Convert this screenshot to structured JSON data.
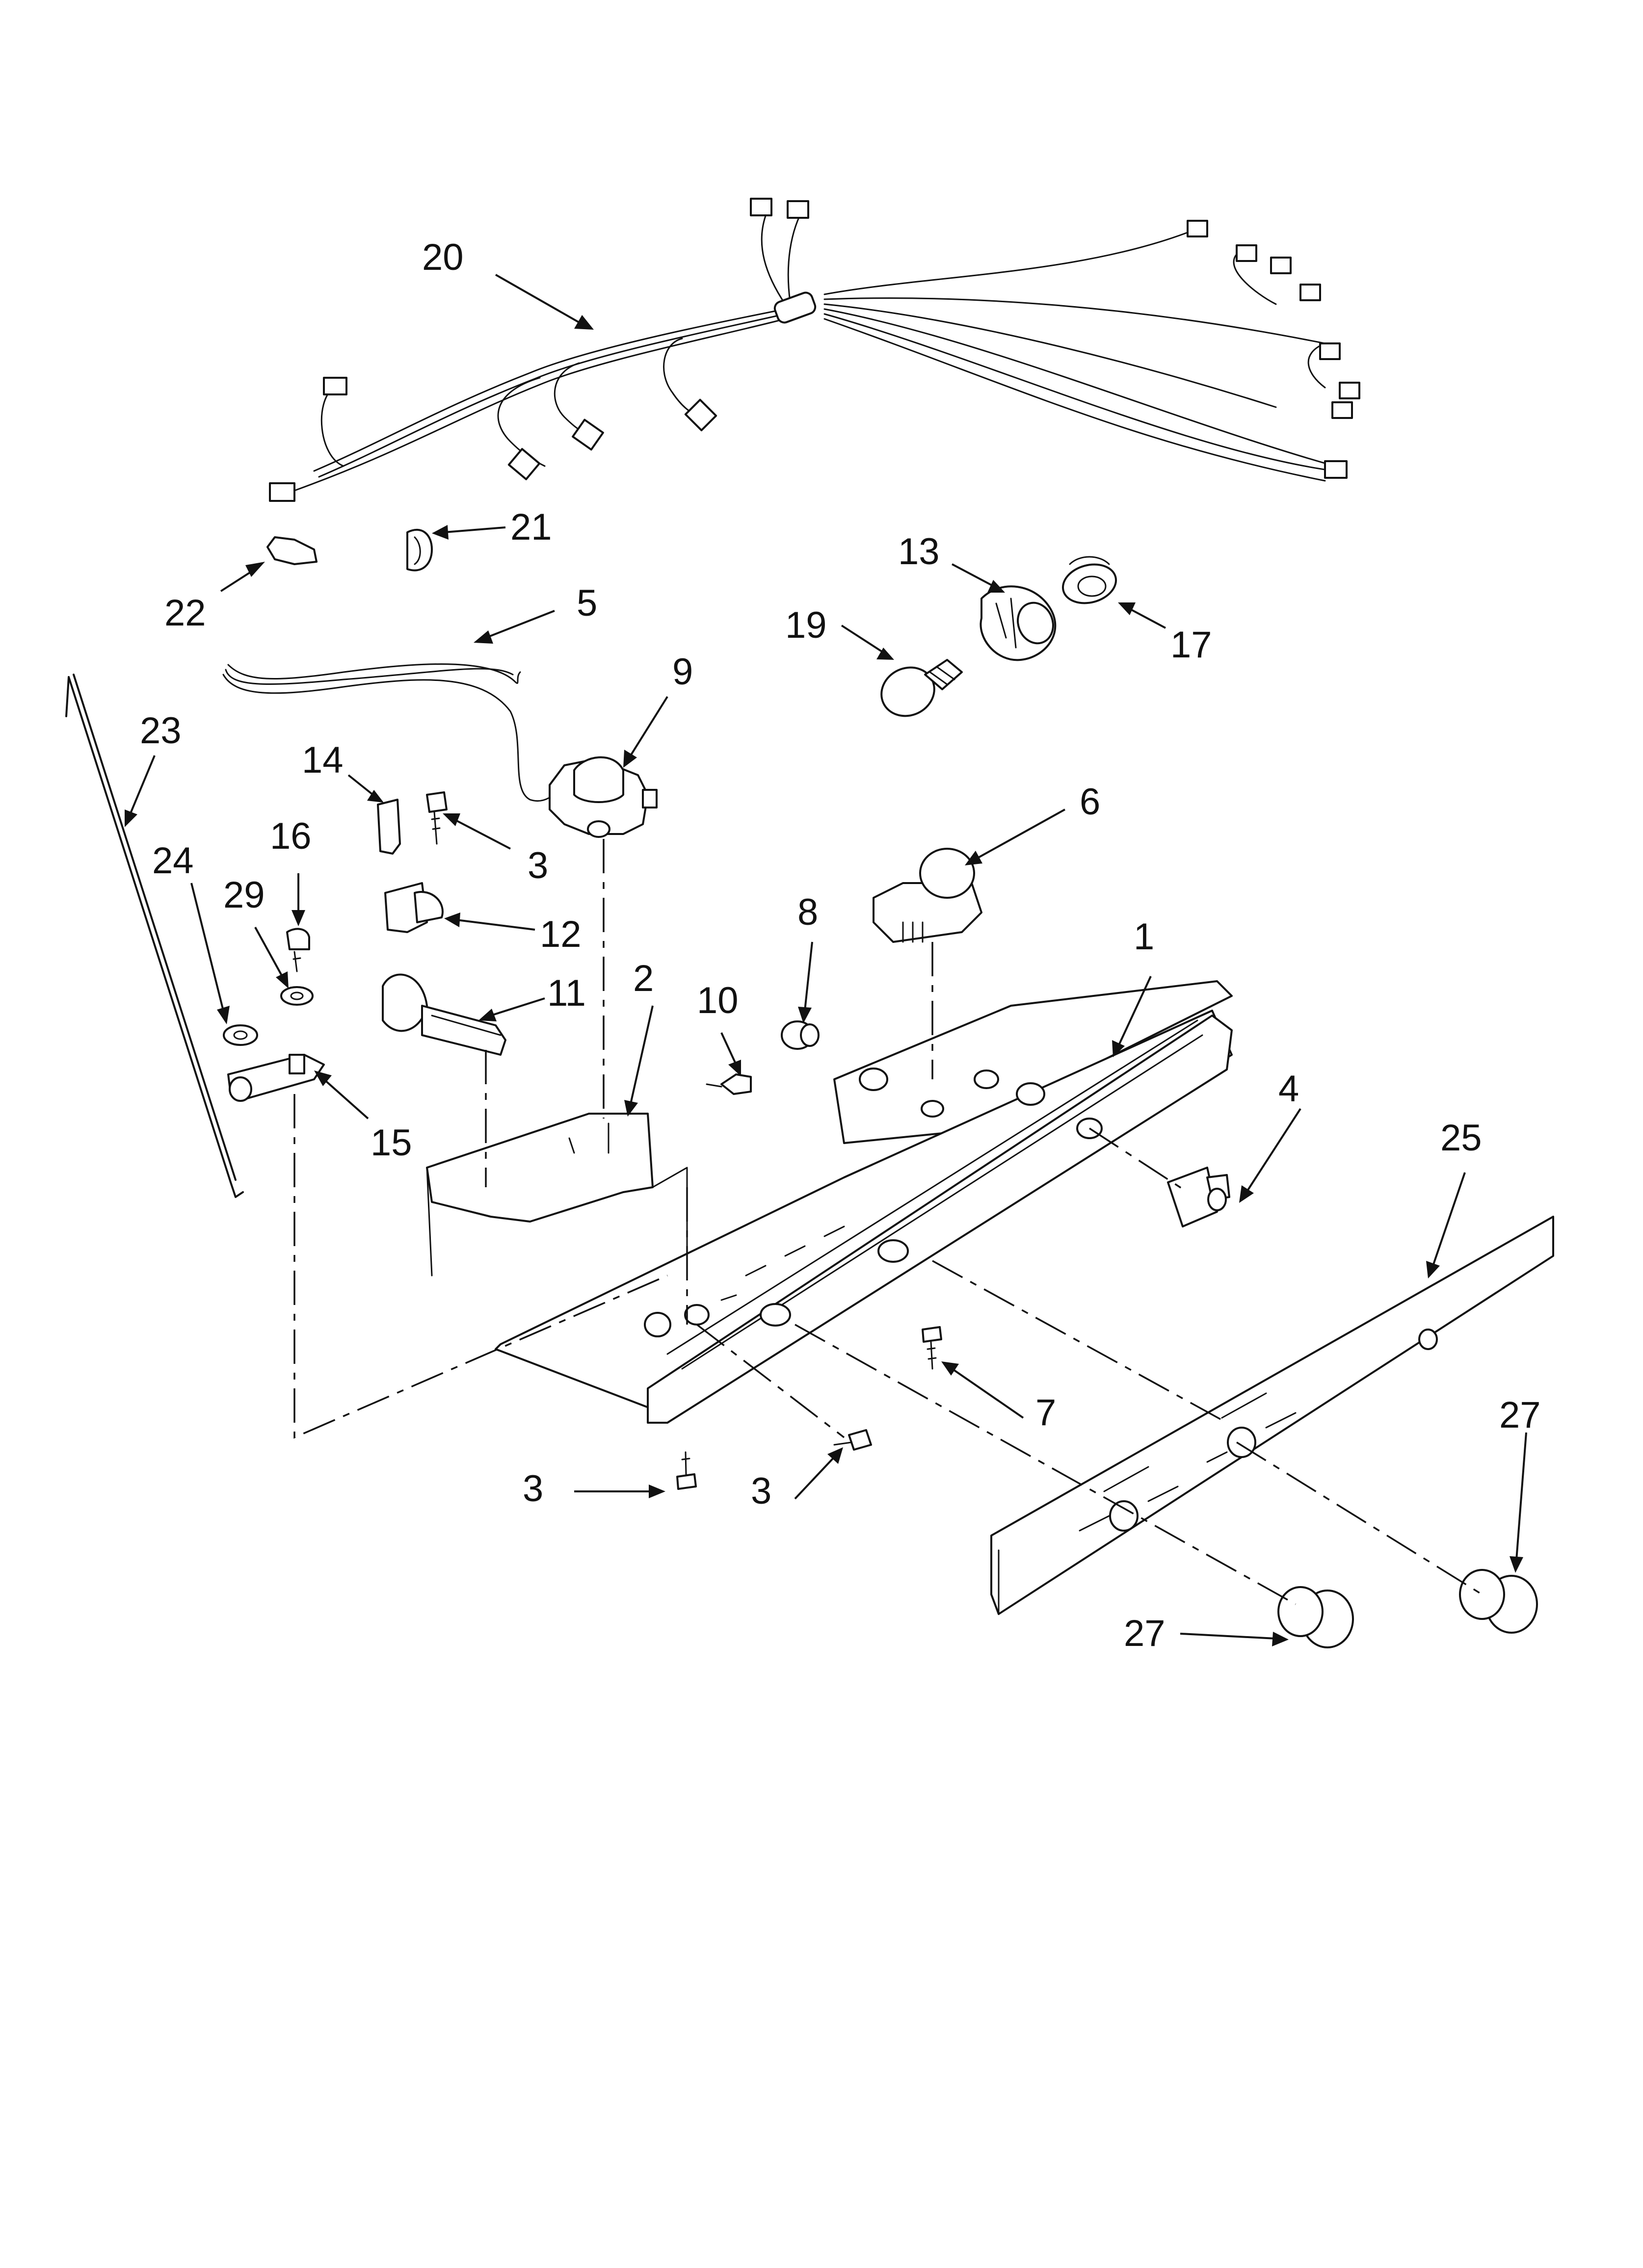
{
  "diagram": {
    "callouts": [
      {
        "id": "c20",
        "label": "20",
        "part": "wire-harness"
      },
      {
        "id": "c21",
        "label": "21",
        "part": "wire-clip"
      },
      {
        "id": "c22",
        "label": "22",
        "part": "harness-retainer"
      },
      {
        "id": "c5",
        "label": "5",
        "part": "capillary-tube"
      },
      {
        "id": "c9",
        "label": "9",
        "part": "temperature-control"
      },
      {
        "id": "c13",
        "label": "13",
        "part": "lamp-socket"
      },
      {
        "id": "c17",
        "label": "17",
        "part": "socket-retainer"
      },
      {
        "id": "c19",
        "label": "19",
        "part": "light-bulb"
      },
      {
        "id": "c23",
        "label": "23",
        "part": "control-rod"
      },
      {
        "id": "c14",
        "label": "14",
        "part": "insulator-block"
      },
      {
        "id": "c3a",
        "label": "3",
        "part": "screw"
      },
      {
        "id": "c16",
        "label": "16",
        "part": "screw"
      },
      {
        "id": "c24",
        "label": "24",
        "part": "washer"
      },
      {
        "id": "c29",
        "label": "29",
        "part": "washer"
      },
      {
        "id": "c12",
        "label": "12",
        "part": "bracket"
      },
      {
        "id": "c11",
        "label": "11",
        "part": "damper-control-shaft"
      },
      {
        "id": "c6",
        "label": "6",
        "part": "defrost-timer"
      },
      {
        "id": "c8",
        "label": "8",
        "part": "grommet"
      },
      {
        "id": "c2",
        "label": "2",
        "part": "mounting-bracket"
      },
      {
        "id": "c10",
        "label": "10",
        "part": "screw"
      },
      {
        "id": "c1",
        "label": "1",
        "part": "control-housing"
      },
      {
        "id": "c15",
        "label": "15",
        "part": "control-lever"
      },
      {
        "id": "c4",
        "label": "4",
        "part": "light-switch"
      },
      {
        "id": "c25",
        "label": "25",
        "part": "control-panel"
      },
      {
        "id": "c7",
        "label": "7",
        "part": "screw"
      },
      {
        "id": "c27a",
        "label": "27",
        "part": "control-knob"
      },
      {
        "id": "c3b",
        "label": "3",
        "part": "screw"
      },
      {
        "id": "c3c",
        "label": "3",
        "part": "screw"
      },
      {
        "id": "c27b",
        "label": "27",
        "part": "control-knob"
      }
    ]
  }
}
